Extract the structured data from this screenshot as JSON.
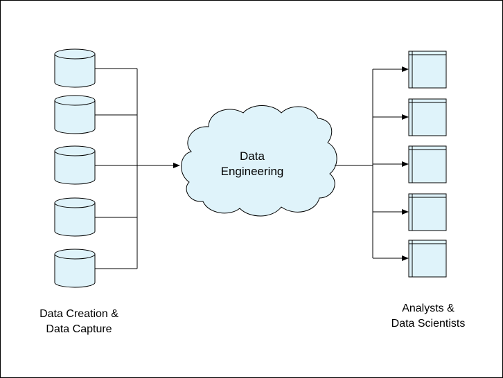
{
  "diagram": {
    "center": {
      "line1": "Data",
      "line2": "Engineering"
    },
    "sources_caption": {
      "line1": "Data Creation &",
      "line2": "Data Capture"
    },
    "consumers_caption": {
      "line1": "Analysts &",
      "line2": "Data Scientists"
    },
    "source_count": 5,
    "consumer_count": 5
  },
  "colors": {
    "fill": "#dff3fa",
    "stroke": "#000000"
  }
}
